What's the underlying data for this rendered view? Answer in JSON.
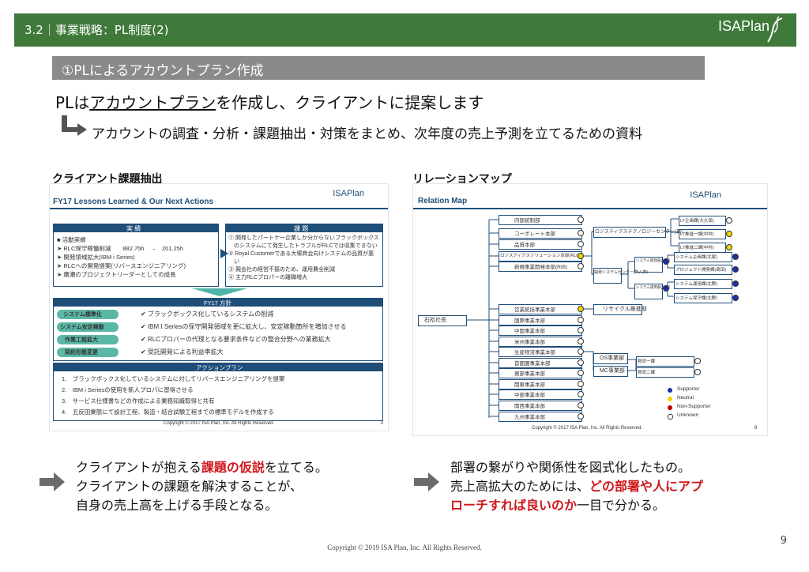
{
  "header": {
    "title": "3.2｜事業戦略：PL制度(2)",
    "logo": "ISAPlan"
  },
  "section_title": "①PLによるアカウントプラン作成",
  "headline": {
    "pre": "PLは",
    "underlined": "アカウントプラン",
    "post": "を作成し、クライアントに提案します"
  },
  "sub_text": "アカウントの調査・分析・課題抽出・対策をまとめ、次年度の売上予測を立てるための資料",
  "left": {
    "label": "クライアント課題抽出",
    "thumb": {
      "title": "FY17 Lessons Learned & Our Next Actions",
      "logo": "ISAPlan",
      "result_header": "実 績",
      "results": [
        "■ 活動実績",
        "➤ RLC保守稼働削減　　882.75h　→　201.25h",
        "➤ 開発領域拡大(IBM i Series)",
        "➤ RLCへの開発提案(リバースエンジニアリング)",
        "➤ 廣瀬のプロジェクトリーダーとしての成長"
      ],
      "issue_header": "課 題",
      "issues": [
        "① 開発したパートナー企業しか分からないブラックボックス",
        "　のシステムにて発生したトラブルがRLCでは収集できない",
        "② Royal Customerである大塚商会向けシステムの品質が悪",
        "　い",
        "③ 親会社の経営不振のため、運用費全削減",
        "④ 主力RLCプロパーの離職増大"
      ],
      "policy_header": "FY17 方針",
      "policy_tags": [
        "システム標準化",
        "システム安定稼動",
        "作業工程拡大",
        "契約形態変更"
      ],
      "policies": [
        "✔ ブラックボックス化しているシステムの削減",
        "✔ IBM I Seriesの保守開発領域を更に拡大し、安定稼動箇所を増加させる",
        "✔ RLCプロパーの代理となる要求条件などの整合分野への業務拡大",
        "✔ 受託開発による利益率拡大"
      ],
      "action_header": "アクションプラン",
      "actions": [
        "1.　ブラックボックス化しているシステムに対してリバースエンジニアリングを提案",
        "2.　IBM i Seriesの使用を新人プロパに習得させる",
        "3.　サービス仕様書などの作成による業務知識取得と共有",
        "4.　五反田業態にて設計工程、製造・結合試験工程までの標準モデルを作成する"
      ],
      "copyright": "Copyright © 2017 ISA Plan, Inc. All Rights Reserved.",
      "page": "3"
    },
    "caption": {
      "line1_pre": "クライアントが抱える",
      "line1_red": "課題の仮説",
      "line1_post": "を立てる。",
      "line2": "クライアントの課題を解決することが、",
      "line3": "自身の売上高を上げる手段となる。"
    }
  },
  "right": {
    "label": "リレーションマップ",
    "thumb": {
      "title": "Relation Map",
      "logo": "ISAPlan",
      "root": "石松社長",
      "departments": [
        "内部統制部",
        "コーポレート本部",
        "品質本部",
        "ロジスティクスソリューション本部(RLC)",
        "新規事業開発本部(RIB)",
        "営業統括事業本部",
        "国際事業本部",
        "中国事業本部",
        "米州事業本部",
        "生産物流事業本部",
        "首都圏事業本部",
        "東部事業本部",
        "関東事業本部",
        "中部事業本部",
        "関西事業本部",
        "九州事業本部"
      ],
      "mid": [
        "ロジスティクステクノロジーセンター(部)",
        "開発システムセンター(所入表)",
        "リサイクル推進部",
        "OS事業部",
        "MC事業部"
      ],
      "sub": [
        "システム開発部(北野)",
        "システム運用部(北野)",
        "LT企画課(大久保)",
        "LT推進一課(中村)",
        "LT推進二課(中村)",
        "システム企画課(北尾)",
        "プロジェクト開発課(島田)",
        "システム運用課(北野)",
        "システム保守課(北野)",
        "物流一課",
        "物流二課"
      ],
      "legend": [
        "Supporter",
        "Neutral",
        "Non-Supporter",
        "Unknown"
      ],
      "copyright": "Copyright © 2017 ISA Plan, Inc. All Rights Reserved.",
      "page": "8"
    },
    "caption": {
      "line1": "部署の繋がりや関係性を図式化したもの。",
      "line2_pre": "売上高拡大のためには、",
      "line2_red": "どの部署や人にアプ",
      "line3_red": "ローチすれば良いのか",
      "line3_post": "一目で分かる。"
    }
  },
  "colors": {
    "header": "#3f7a3a",
    "subbar": "#8a8a8a",
    "accent_red": "#d0161b",
    "thumb_blue": "#1f4e79",
    "supporter": "#1c2ea8",
    "neutral": "#f2d600",
    "non_supporter": "#c00000",
    "unknown": "#ffffff"
  },
  "footer": "Copyright © 2019 ISA Plan, Inc. All Rights Reserved.",
  "page_number": "9"
}
